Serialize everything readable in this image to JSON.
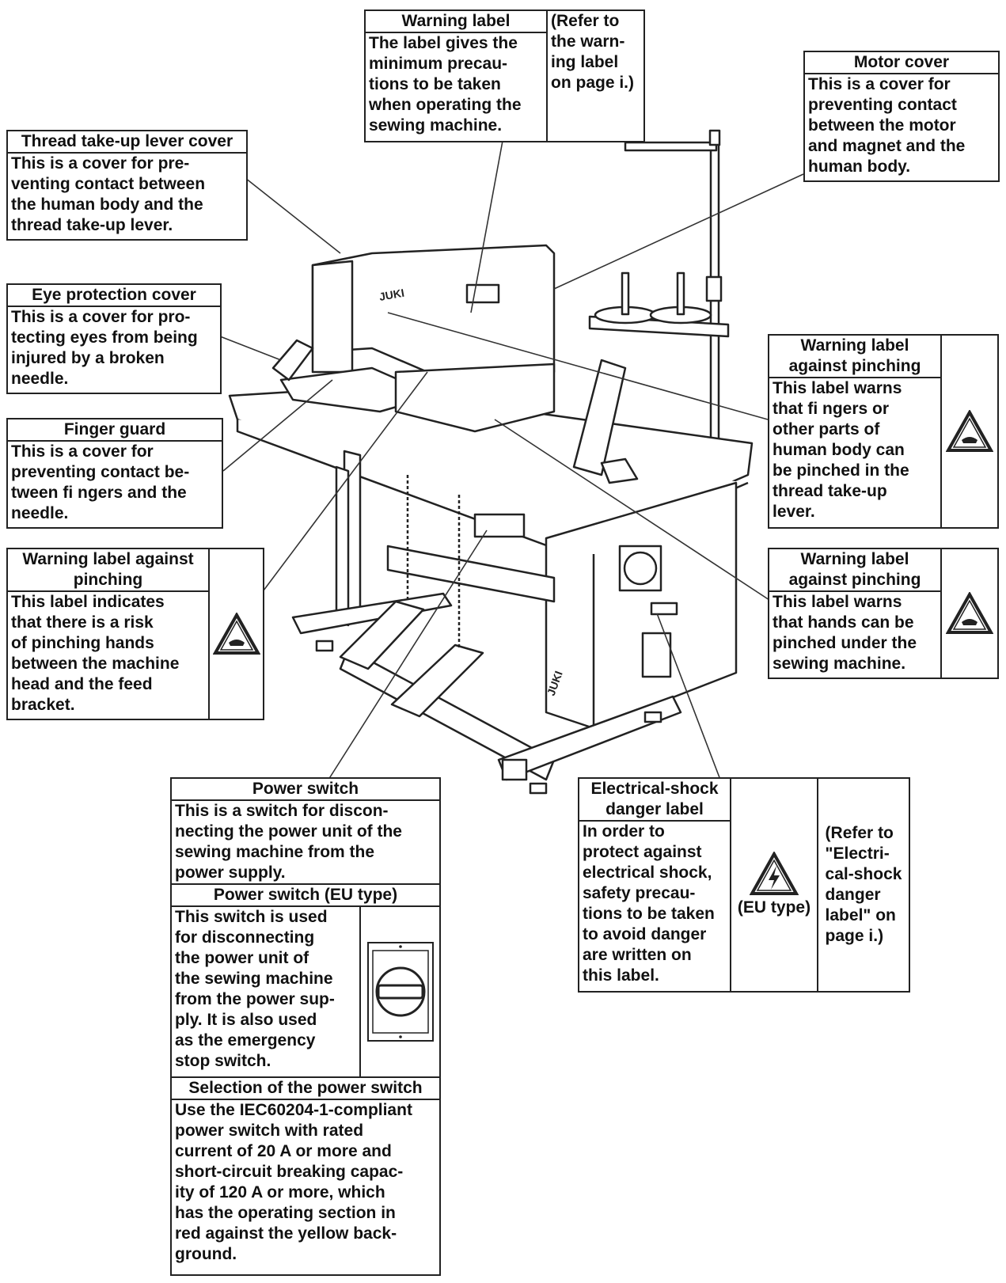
{
  "labels": {
    "warning_label": {
      "title": "Warning label",
      "text": "The label gives the\nminimum precau-\ntions to be taken\nwhen operating the\nsewing machine.",
      "ref": "(Refer to\nthe warn-\ning label\non page i.)"
    },
    "motor_cover": {
      "title": "Motor cover",
      "text": "This is a cover for\npreventing contact\nbetween the motor\nand magnet and the\nhuman body."
    },
    "thread_takeup_cover": {
      "title": "Thread take-up lever cover",
      "text": "This is a cover for pre-\nventing contact between\nthe human body and the\nthread take-up lever."
    },
    "eye_protection_cover": {
      "title": "Eye protection cover",
      "text": "This is a cover for pro-\ntecting eyes from being\ninjured by a broken\nneedle."
    },
    "finger_guard": {
      "title": "Finger guard",
      "text": "This is a cover for\npreventing contact be-\ntween fi ngers and the\nneedle."
    },
    "pinch_head": {
      "title": "Warning label against\npinching",
      "text": "This label indicates\nthat there is a risk\nof pinching hands\nbetween the machine\nhead and the feed\nbracket."
    },
    "pinch_takeup": {
      "title": "Warning label\nagainst pinching",
      "text": "This label warns\nthat fi ngers or\nother parts of\nhuman body can\nbe pinched in the\nthread take-up\nlever."
    },
    "pinch_under": {
      "title": "Warning label\nagainst pinching",
      "text": "This label warns\nthat hands can be\npinched under the\nsewing machine."
    },
    "power_switch": {
      "title": "Power switch",
      "text": "This is a switch for discon-\nnecting the power unit of the\nsewing machine from the\npower supply.",
      "eu_title": "Power switch (EU type)",
      "eu_text": "This switch is used\nfor disconnecting\nthe power unit of\nthe sewing machine\nfrom the power sup-\nply. It is also used\nas the emergency\nstop switch.",
      "sel_title": "Selection of the power switch",
      "sel_text": "Use the IEC60204-1-compliant\npower switch with rated\ncurrent of 20 A or more and\nshort-circuit breaking capac-\nity of 120 A or more, which\nhas the operating section in\nred against the yellow back-\nground."
    },
    "electrical_shock": {
      "title": "Electrical-shock\ndanger label",
      "text": "In order to\nprotect against\nelectrical shock,\nsafety precau-\ntions to be taken\nto avoid danger\nare written on\nthis label.",
      "eu": "(EU type)",
      "ref": "(Refer to\n\"Electri-\ncal-shock\ndanger\nlabel\" on\npage i.)"
    }
  },
  "machine": {
    "brand": "JUKI"
  },
  "colors": {
    "line": "#222222",
    "background": "#ffffff"
  }
}
